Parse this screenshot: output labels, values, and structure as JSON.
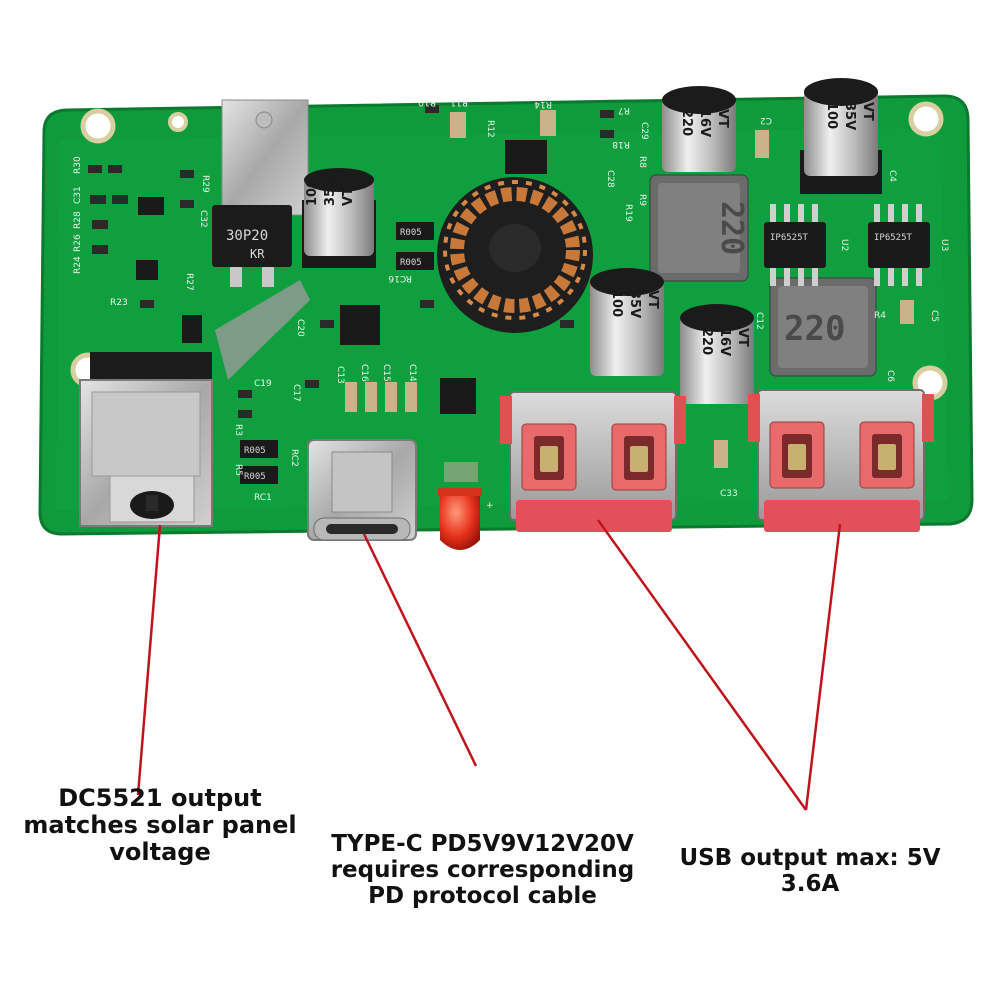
{
  "board": {
    "pcb_color": "#0f9a3c",
    "pcb_edge_color": "#0b7a2e",
    "pointer_color": "#c0141c",
    "markings": {
      "mosfet": "30P20",
      "mosfet_suffix": "KR",
      "cap_big_1": [
        "100",
        "35V",
        "VT"
      ],
      "cap_big_2": [
        "100",
        "35V",
        "VT"
      ],
      "cap_big_3": [
        "100",
        "35V",
        "VT"
      ],
      "cap_small_1": [
        "220",
        "16V",
        "VT"
      ],
      "cap_small_2": [
        "220",
        "16V",
        "VT"
      ],
      "inductor_1": "220",
      "inductor_2": "220",
      "ic_1": "IP6525T",
      "ic_2": "IP6525T",
      "resistor_1": "R005",
      "resistor_2": "R005",
      "resistor_3": "R005",
      "resistor_4": "R005",
      "silk_refs": [
        "R30",
        "C31",
        "R28",
        "R26",
        "R24",
        "R23",
        "R29",
        "C32",
        "R27",
        "R10",
        "R11",
        "R12",
        "R14",
        "C16",
        "C14",
        "C15",
        "C13",
        "C17",
        "C19",
        "C20",
        "RC1",
        "RC2",
        "R3",
        "R5",
        "R7",
        "R8",
        "R9",
        "C28",
        "C29",
        "C2",
        "C4",
        "C5",
        "C6",
        "C12",
        "C33",
        "U2",
        "U3",
        "R4",
        "R18",
        "R19",
        "RC16"
      ]
    }
  },
  "labels": {
    "dc_output": [
      "DC5521 output",
      "matches solar panel",
      "voltage"
    ],
    "type_c": [
      "TYPE-C PD5V9V12V20V",
      "requires corresponding",
      "PD protocol cable"
    ],
    "usb_output": [
      "USB output max: 5V",
      "3.6A"
    ]
  }
}
